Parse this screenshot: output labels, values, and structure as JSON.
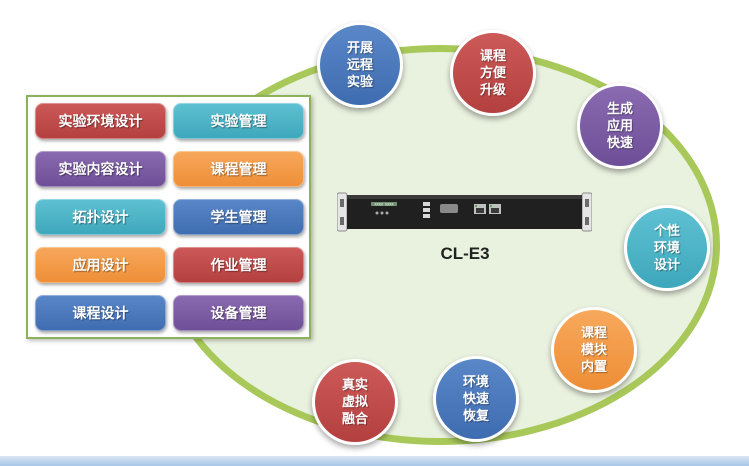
{
  "device": {
    "label": "CL-E3",
    "front_text": "XXXX XXXX"
  },
  "grid": [
    {
      "label": "实验环境设计",
      "color": "#c0504d"
    },
    {
      "label": "实验管理",
      "color": "#4bacc6"
    },
    {
      "label": "实验内容设计",
      "color": "#7d5c9f"
    },
    {
      "label": "课程管理",
      "color": "#f79646"
    },
    {
      "label": "拓扑设计",
      "color": "#4bacc6"
    },
    {
      "label": "学生管理",
      "color": "#4f81bd"
    },
    {
      "label": "应用设计",
      "color": "#f79646"
    },
    {
      "label": "作业管理",
      "color": "#c0504d"
    },
    {
      "label": "课程设计",
      "color": "#4f81bd"
    },
    {
      "label": "设备管理",
      "color": "#7d5c9f"
    }
  ],
  "circles": [
    {
      "text": "开展\n远程\n实验",
      "color": "#4f81bd"
    },
    {
      "text": "课程\n方便\n升级",
      "color": "#c0504d"
    },
    {
      "text": "生成\n应用\n快速",
      "color": "#7d5c9f"
    },
    {
      "text": "个性\n环境\n设计",
      "color": "#4bacc6"
    },
    {
      "text": "课程\n模块\n内置",
      "color": "#f79646"
    },
    {
      "text": "环境\n快速\n恢复",
      "color": "#4f81bd"
    },
    {
      "text": "真实\n虚拟\n融合",
      "color": "#c0504d"
    }
  ]
}
